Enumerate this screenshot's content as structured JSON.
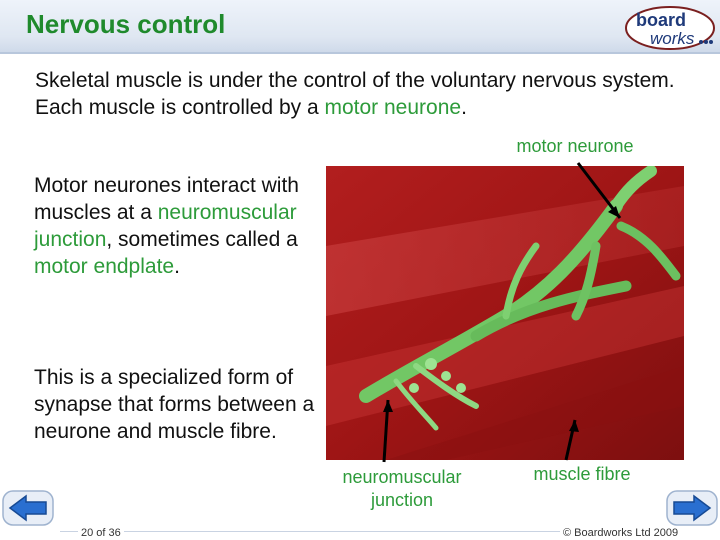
{
  "slide": {
    "title": "Nervous control",
    "logo": {
      "line1": "board",
      "line2": "works",
      "icon": "boardworks-logo"
    },
    "para1": {
      "text": "Skeletal muscle is under the control of the voluntary nervous system. Each muscle is controlled by a ",
      "highlight": "motor neurone",
      "end": "."
    },
    "para2": {
      "t1": "Motor neurones interact with muscles at a ",
      "h1": "neuromuscular junction",
      "t2": ", sometimes called a ",
      "h2": "motor endplate",
      "t3": "."
    },
    "para3": "This is a specialized form of synapse that forms between a neurone and muscle fibre.",
    "labels": {
      "motor_neurone": "motor neurone",
      "nmj_line1": "neuromuscular",
      "nmj_line2": "junction",
      "muscle_fibre": "muscle fibre"
    }
  },
  "footer": {
    "page": "20 of 36",
    "copyright": "© Boardworks Ltd 2009"
  },
  "nav": {
    "back_icon": "arrow-left-icon",
    "next_icon": "arrow-right-icon"
  },
  "colors": {
    "title": "#1f8a2c",
    "highlight": "#2d9b3a",
    "nav_blue": "#2a6fd0"
  }
}
